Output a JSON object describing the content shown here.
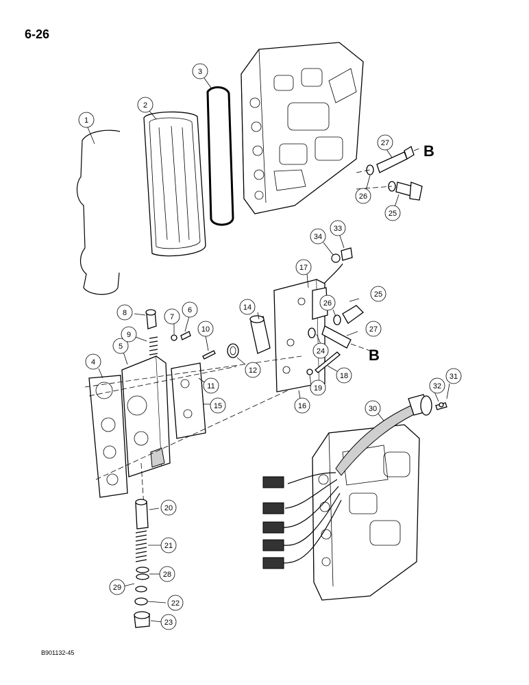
{
  "page": {
    "number": "6-26",
    "figure_code": "B901132-45"
  },
  "reference_marker": "B",
  "callouts": [
    "1",
    "2",
    "3",
    "4",
    "5",
    "6",
    "7",
    "8",
    "9",
    "10",
    "11",
    "12",
    "14",
    "15",
    "16",
    "17",
    "18",
    "19",
    "20",
    "21",
    "22",
    "23",
    "24",
    "25",
    "25",
    "26",
    "26",
    "27",
    "27",
    "28",
    "29",
    "30",
    "31",
    "32",
    "33",
    "34"
  ]
}
